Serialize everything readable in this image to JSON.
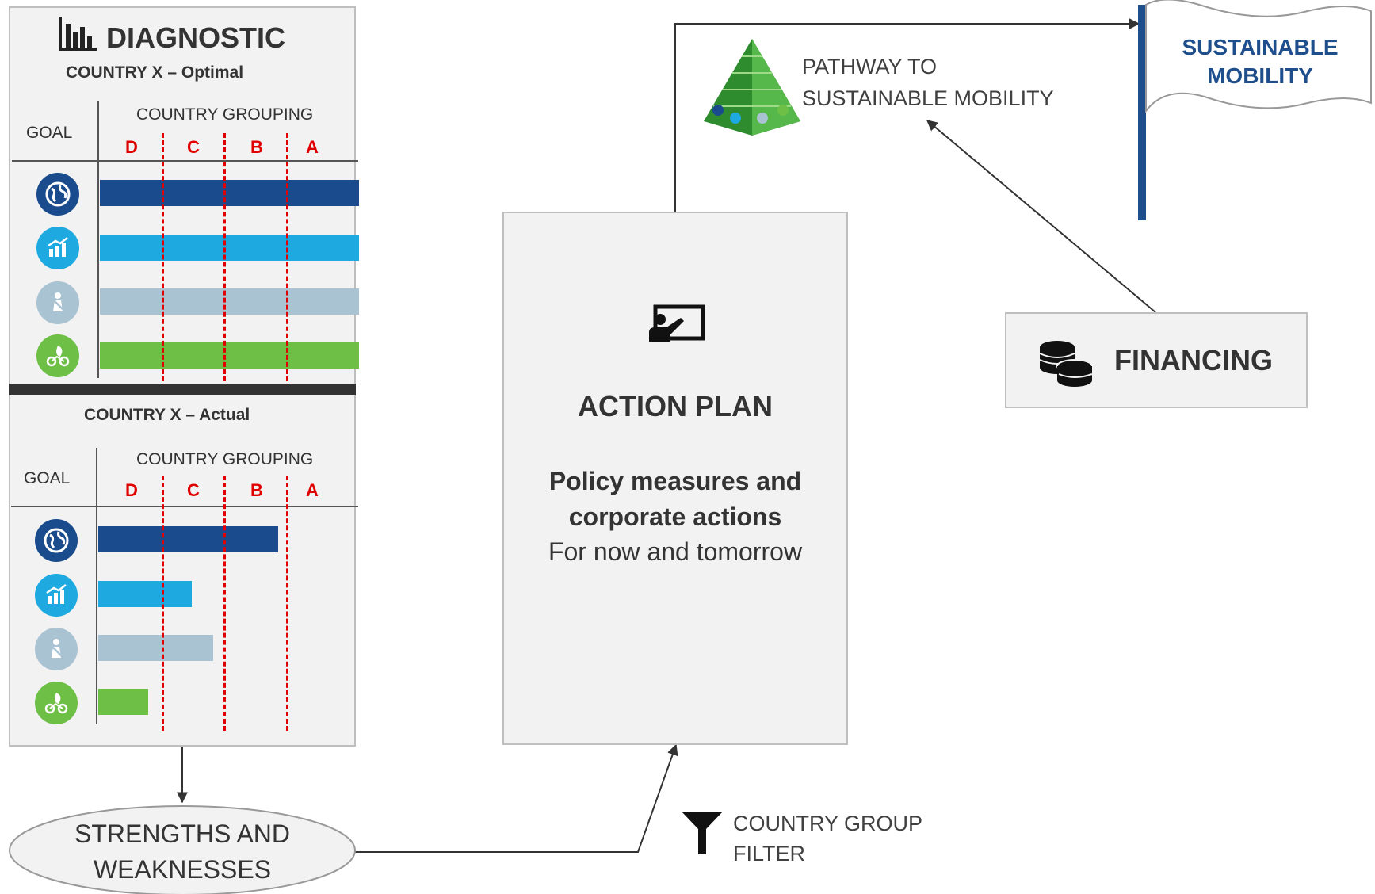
{
  "diagnostic": {
    "title": "DIAGNOSTIC",
    "optimal": {
      "subtitle": "COUNTRY X – Optimal",
      "goal_label": "GOAL",
      "grouping_label": "COUNTRY GROUPING",
      "letters": [
        "D",
        "C",
        "B",
        "A"
      ],
      "levels": [
        1.0,
        1.0,
        1.0,
        1.0
      ]
    },
    "actual": {
      "subtitle": "COUNTRY X – Actual",
      "goal_label": "GOAL",
      "grouping_label": "COUNTRY GROUPING",
      "letters": [
        "D",
        "C",
        "B",
        "A"
      ],
      "levels": [
        0.69,
        0.36,
        0.44,
        0.19
      ]
    },
    "goal_icons": [
      "globe-icon",
      "growth-chart-icon",
      "seatbelt-person-icon",
      "eco-bicycle-icon"
    ],
    "goal_colors": [
      "#1a4b8c",
      "#1ea9e1",
      "#a9c3d3",
      "#6dbf45"
    ]
  },
  "action_plan": {
    "title": "ACTION PLAN",
    "line1": "Policy measures and",
    "line2": "corporate actions",
    "line3": "For now and tomorrow",
    "icon": "presentation-icon"
  },
  "pathway": {
    "line1": "PATHWAY TO",
    "line2": "SUSTAINABLE MOBILITY",
    "icon": "pyramid-icon"
  },
  "goal_flag": {
    "line1": "SUSTAINABLE",
    "line2": "MOBILITY",
    "icon": "flag-icon"
  },
  "financing": {
    "label": "FINANCING",
    "icon": "coins-icon"
  },
  "strengths": {
    "line1": "STRENGTHS AND",
    "line2": "WEAKNESSES"
  },
  "filter": {
    "line1": "COUNTRY GROUP",
    "line2": "FILTER",
    "icon": "funnel-icon"
  },
  "colors": {
    "dash_red": "#e00000",
    "flag_text": "#1f4e8c",
    "panel_bg": "#f2f2f2"
  }
}
